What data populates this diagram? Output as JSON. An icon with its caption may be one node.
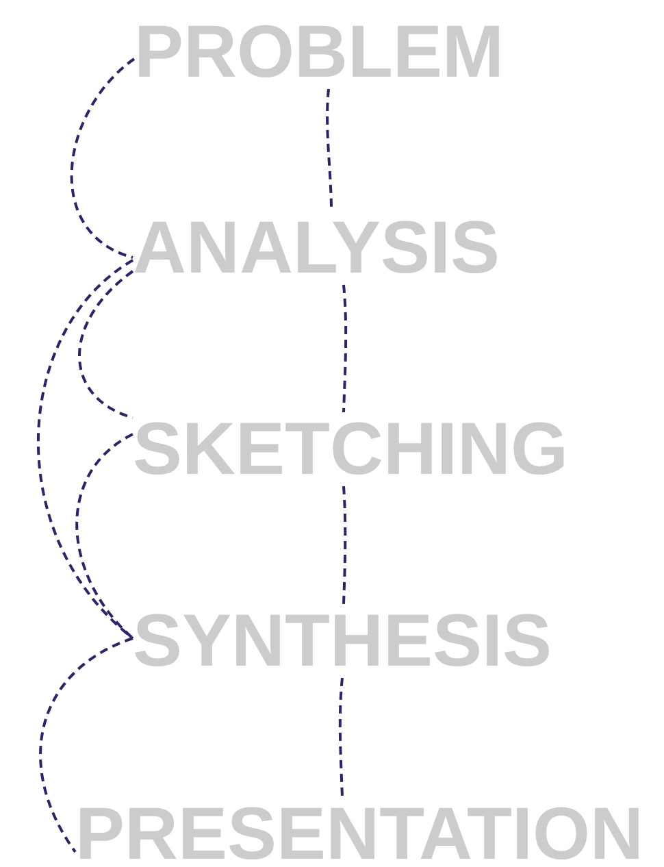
{
  "diagram": {
    "nodes": [
      {
        "text": [
          "PROBLEM"
        ]
      },
      {
        "text": [
          "ANALYSIS"
        ]
      },
      {
        "text": [
          "SKETCHING"
        ]
      },
      {
        "text": [
          "SYNTHESIS"
        ]
      },
      {
        "text": [
          "PRESENTATION"
        ]
      }
    ],
    "edges": [
      {
        "from": 0,
        "to": 1,
        "arrow": "none"
      },
      {
        "from": 0,
        "to": 1,
        "arrow": "none"
      },
      {
        "from": 1,
        "to": 2,
        "arrow": "none"
      },
      {
        "from": 1,
        "to": 2,
        "arrow": "none"
      },
      {
        "from": 1,
        "to": 3,
        "arrow": "none"
      },
      {
        "from": 2,
        "to": 3,
        "arrow": "none"
      },
      {
        "from": 2,
        "to": 3,
        "arrow": "none"
      },
      {
        "from": 3,
        "to": 4,
        "arrow": "none"
      },
      {
        "from": 3,
        "to": 4,
        "arrow": "none"
      }
    ]
  }
}
